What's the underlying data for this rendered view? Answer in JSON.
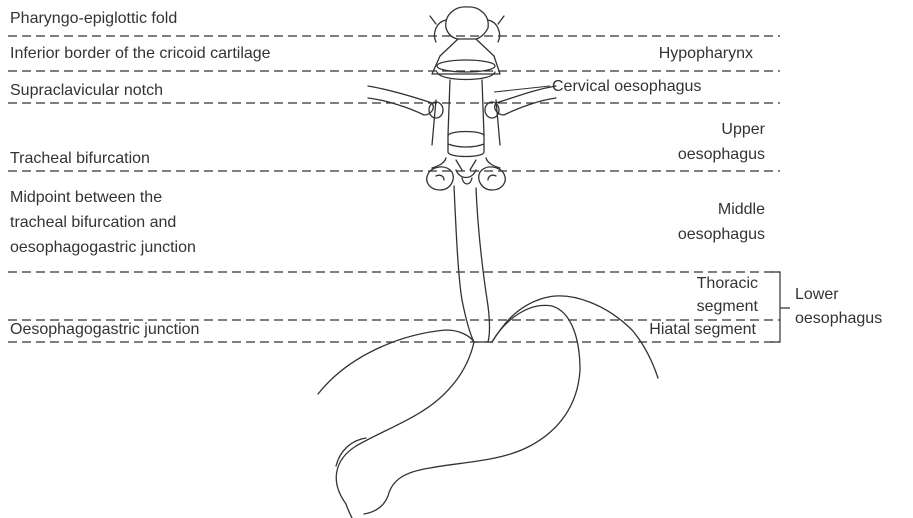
{
  "figure": {
    "left_labels": {
      "pharyngo_epiglottic_fold": "Pharyngo-epiglottic fold",
      "inferior_border_cricoid": "Inferior border of the cricoid cartilage",
      "supraclavicular_notch": "Supraclavicular notch",
      "tracheal_bifurcation": "Tracheal bifurcation",
      "midpoint_line1": "Midpoint between the",
      "midpoint_line2": "tracheal bifurcation and",
      "midpoint_line3": "oesophagogastric junction",
      "oesophagogastric_junction": "Oesophagogastric junction"
    },
    "right_labels": {
      "hypopharynx": "Hypopharynx",
      "cervical_oesophagus": "Cervical oesophagus",
      "upper_line1": "Upper",
      "upper_line2": "oesophagus",
      "middle_line1": "Middle",
      "middle_line2": "oesophagus",
      "thoracic_line1": "Thoracic",
      "thoracic_line2": "segment",
      "hiatal_segment": "Hiatal segment",
      "lower_line1": "Lower",
      "lower_line2": "oesophagus"
    },
    "colors": {
      "line": "#333333",
      "text": "#333333",
      "background": "#ffffff"
    }
  }
}
